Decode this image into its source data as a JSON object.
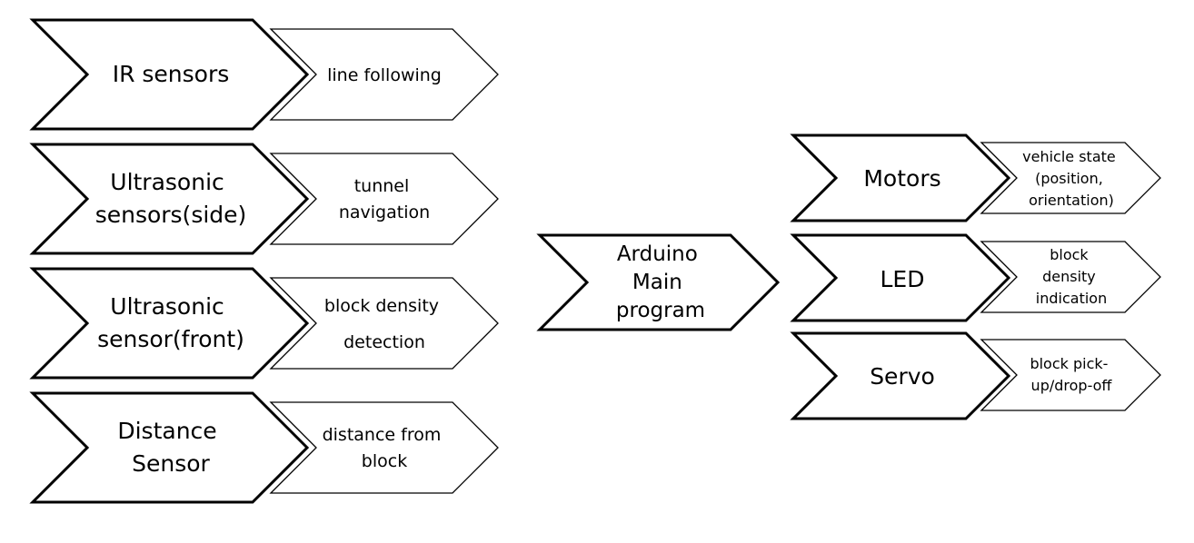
{
  "inputs": [
    {
      "main": [
        "IR sensors"
      ],
      "sub": [
        "line following"
      ]
    },
    {
      "main": [
        "Ultrasonic",
        "sensors(side)"
      ],
      "sub": [
        "tunnel",
        "navigation"
      ]
    },
    {
      "main": [
        "Ultrasonic",
        "sensor(front)"
      ],
      "sub": [
        "block density",
        "detection"
      ]
    },
    {
      "main": [
        "Distance",
        "Sensor"
      ],
      "sub": [
        "distance from",
        "block"
      ]
    }
  ],
  "center": {
    "lines": [
      "Arduino",
      "Main",
      "program"
    ]
  },
  "outputs": [
    {
      "main": [
        "Motors"
      ],
      "sub": [
        "vehicle state",
        "(position,",
        "orientation)"
      ]
    },
    {
      "main": [
        "LED"
      ],
      "sub": [
        "block",
        "density",
        "indication"
      ]
    },
    {
      "main": [
        "Servo"
      ],
      "sub": [
        "block pick-",
        "up/drop-off"
      ]
    }
  ]
}
